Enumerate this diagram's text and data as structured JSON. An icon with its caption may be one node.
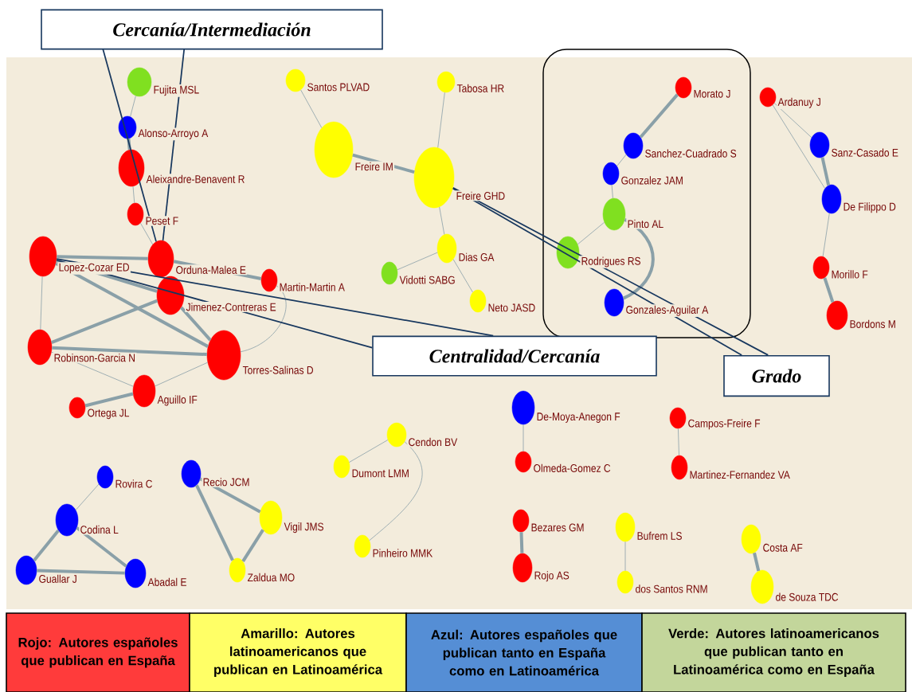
{
  "diagram": {
    "nodes": [
      {
        "text": [
          "Cercanía/Intermediación"
        ]
      },
      {
        "text": [],
        "shape": "box"
      },
      {
        "text": [
          "Fujita MSL"
        ]
      },
      {
        "text": [
          "Santos PLVAD"
        ]
      },
      {
        "text": [
          "Tabosa HR"
        ]
      },
      {
        "text": [
          "Morato J"
        ],
        "in": 1
      },
      {
        "text": [
          "Ardanuy J"
        ]
      },
      {
        "text": [
          "Alonso-Arroyo A"
        ]
      },
      {
        "text": [
          "Sanchez-Cuadrado S"
        ],
        "in": 1
      },
      {
        "text": [
          "Sanz-Casado E"
        ]
      },
      {
        "text": [
          "Freire IM"
        ]
      },
      {
        "text": [
          "Aleixandre-Benavent R"
        ]
      },
      {
        "text": [
          "Freire GHD"
        ]
      },
      {
        "text": [
          "Gonzalez JAM"
        ],
        "in": 1
      },
      {
        "text": [
          "De Filippo D"
        ]
      },
      {
        "text": [
          "Pinto AL"
        ],
        "in": 1
      },
      {
        "text": [
          "Peset F"
        ]
      },
      {
        "text": [
          "Lopez-Cozar ED"
        ]
      },
      {
        "text": [
          "Orduna-Malea E"
        ]
      },
      {
        "text": [
          "Dias GA"
        ]
      },
      {
        "text": [
          "Rodrigues RS"
        ],
        "in": 1
      },
      {
        "text": [
          "Vidotti SABG"
        ]
      },
      {
        "text": [
          "Martin-Martin A"
        ]
      },
      {
        "text": [
          "Morillo F"
        ]
      },
      {
        "text": [
          "Jimenez-Contreras E"
        ]
      },
      {
        "text": [
          "Neto JASD"
        ]
      },
      {
        "text": [
          "Gonzales-Aguilar A"
        ],
        "in": 1
      },
      {
        "text": [
          "Bordons M"
        ]
      },
      {
        "text": [
          "Centralidad/Cercanía"
        ]
      },
      {
        "text": [
          "Robinson-Garcia N"
        ]
      },
      {
        "text": [
          "Torres-Salinas D"
        ]
      },
      {
        "text": [
          "Grado"
        ]
      },
      {
        "text": [
          "Aguillo IF"
        ]
      },
      {
        "text": [
          "Ortega JL"
        ]
      },
      {
        "text": [
          "De-Moya-Anegon F"
        ]
      },
      {
        "text": [
          "Cendon BV"
        ]
      },
      {
        "text": [
          "Campos-Freire F"
        ]
      },
      {
        "text": [
          "Olmeda-Gomez C"
        ]
      },
      {
        "text": [
          "Dumont LMM"
        ]
      },
      {
        "text": [
          "Martinez-Fernandez VA"
        ]
      },
      {
        "text": [
          "Rovira C"
        ]
      },
      {
        "text": [
          "Recio JCM"
        ]
      },
      {
        "text": [
          "Codina L"
        ]
      },
      {
        "text": [
          "Vigil JMS"
        ]
      },
      {
        "text": [
          "Bezares GM"
        ]
      },
      {
        "text": [
          "Bufrem LS"
        ]
      },
      {
        "text": [
          "Costa AF"
        ]
      },
      {
        "text": [
          "Pinheiro MMK"
        ]
      },
      {
        "text": [
          "Guallar J"
        ]
      },
      {
        "text": [
          "Abadal E"
        ]
      },
      {
        "text": [
          "Zaldua MO"
        ]
      },
      {
        "text": [
          "Rojo AS"
        ]
      },
      {
        "text": [
          "dos Santos RNM"
        ]
      },
      {
        "text": [
          "de Souza TDC"
        ]
      }
    ],
    "edges": [
      {
        "from": 2,
        "to": 7,
        "arrow": "none"
      },
      {
        "from": 7,
        "to": 11,
        "arrow": "none",
        "style": "thick"
      },
      {
        "from": 11,
        "to": 16,
        "arrow": "none"
      },
      {
        "from": 16,
        "to": 18,
        "arrow": "none"
      },
      {
        "from": 17,
        "to": 18,
        "arrow": "none",
        "style": "thick"
      },
      {
        "from": 18,
        "to": 22,
        "arrow": "none",
        "style": "thick"
      },
      {
        "from": 17,
        "to": 24,
        "arrow": "none",
        "style": "thick"
      },
      {
        "from": 17,
        "to": 30,
        "arrow": "none",
        "style": "thick"
      },
      {
        "from": 17,
        "to": 29,
        "arrow": "none"
      },
      {
        "from": 29,
        "to": 24,
        "arrow": "none",
        "style": "thick"
      },
      {
        "from": 29,
        "to": 30,
        "arrow": "none",
        "style": "thick"
      },
      {
        "from": 24,
        "to": 30,
        "arrow": "none",
        "style": "thick"
      },
      {
        "from": 22,
        "to": 30,
        "arrow": "none"
      },
      {
        "from": 29,
        "to": 32,
        "arrow": "none"
      },
      {
        "from": 32,
        "to": 30,
        "arrow": "none"
      },
      {
        "from": 33,
        "to": 32,
        "arrow": "none",
        "style": "thick"
      },
      {
        "from": 3,
        "to": 10,
        "arrow": "none"
      },
      {
        "from": 10,
        "to": 12,
        "arrow": "none",
        "style": "thick"
      },
      {
        "from": 4,
        "to": 12,
        "arrow": "none"
      },
      {
        "from": 12,
        "to": 19,
        "arrow": "none"
      },
      {
        "from": 19,
        "to": 21,
        "arrow": "none"
      },
      {
        "from": 19,
        "to": 25,
        "arrow": "none"
      },
      {
        "from": 5,
        "to": 8,
        "arrow": "none",
        "style": "thick"
      },
      {
        "from": 8,
        "to": 13,
        "arrow": "none"
      },
      {
        "from": 13,
        "to": 15,
        "arrow": "none"
      },
      {
        "from": 15,
        "to": 20,
        "arrow": "none"
      },
      {
        "from": 15,
        "to": 26,
        "arrow": "none",
        "style": "thick"
      },
      {
        "from": 6,
        "to": 9,
        "arrow": "none"
      },
      {
        "from": 6,
        "to": 14,
        "arrow": "none"
      },
      {
        "from": 9,
        "to": 14,
        "arrow": "none",
        "style": "thick"
      },
      {
        "from": 14,
        "to": 23,
        "arrow": "none"
      },
      {
        "from": 23,
        "to": 27,
        "arrow": "none",
        "style": "thick"
      },
      {
        "from": 34,
        "to": 37,
        "arrow": "none"
      },
      {
        "from": 36,
        "to": 39,
        "arrow": "none"
      },
      {
        "from": 35,
        "to": 38,
        "arrow": "none"
      },
      {
        "from": 35,
        "to": 47,
        "arrow": "none"
      },
      {
        "from": 40,
        "to": 42,
        "arrow": "none"
      },
      {
        "from": 42,
        "to": 48,
        "arrow": "none",
        "style": "thick"
      },
      {
        "from": 42,
        "to": 49,
        "arrow": "none",
        "style": "thick"
      },
      {
        "from": 48,
        "to": 49,
        "arrow": "none",
        "style": "thick"
      },
      {
        "from": 41,
        "to": 43,
        "arrow": "none",
        "style": "thick"
      },
      {
        "from": 41,
        "to": 50,
        "arrow": "none",
        "style": "thick"
      },
      {
        "from": 43,
        "to": 50,
        "arrow": "none",
        "style": "thick"
      },
      {
        "from": 44,
        "to": 51,
        "arrow": "none",
        "style": "thick"
      },
      {
        "from": 45,
        "to": 52,
        "arrow": "none"
      },
      {
        "from": 46,
        "to": 53,
        "arrow": "none",
        "style": "thick"
      },
      {
        "from": 0,
        "to": 18,
        "arrow": "none",
        "color": "#17375e"
      },
      {
        "from": 0,
        "to": 18,
        "arrow": "none",
        "color": "#17375e"
      },
      {
        "from": 28,
        "to": 17,
        "arrow": "none",
        "color": "#17375e"
      },
      {
        "from": 28,
        "to": 17,
        "arrow": "none",
        "color": "#17375e"
      },
      {
        "from": 31,
        "to": 12,
        "arrow": "none",
        "color": "#17375e"
      },
      {
        "from": 31,
        "to": 12,
        "arrow": "none",
        "color": "#17375e"
      }
    ],
    "legend": [
      {
        "text": "Rojo: Autores españoles que publican en España",
        "color": "#ff3b3b"
      },
      {
        "text": "Amarillo: Autores latinoamericanos que publican en Latinoamérica",
        "color": "#ffff66"
      },
      {
        "text": "Azul:  Autores españoles que publican tanto en España como en Latinoamérica",
        "color": "#558ed5"
      },
      {
        "text": "Verde: Autores latinoamericanos que publican tanto en Latinoamérica como en España",
        "color": "#c3d69b"
      }
    ]
  }
}
